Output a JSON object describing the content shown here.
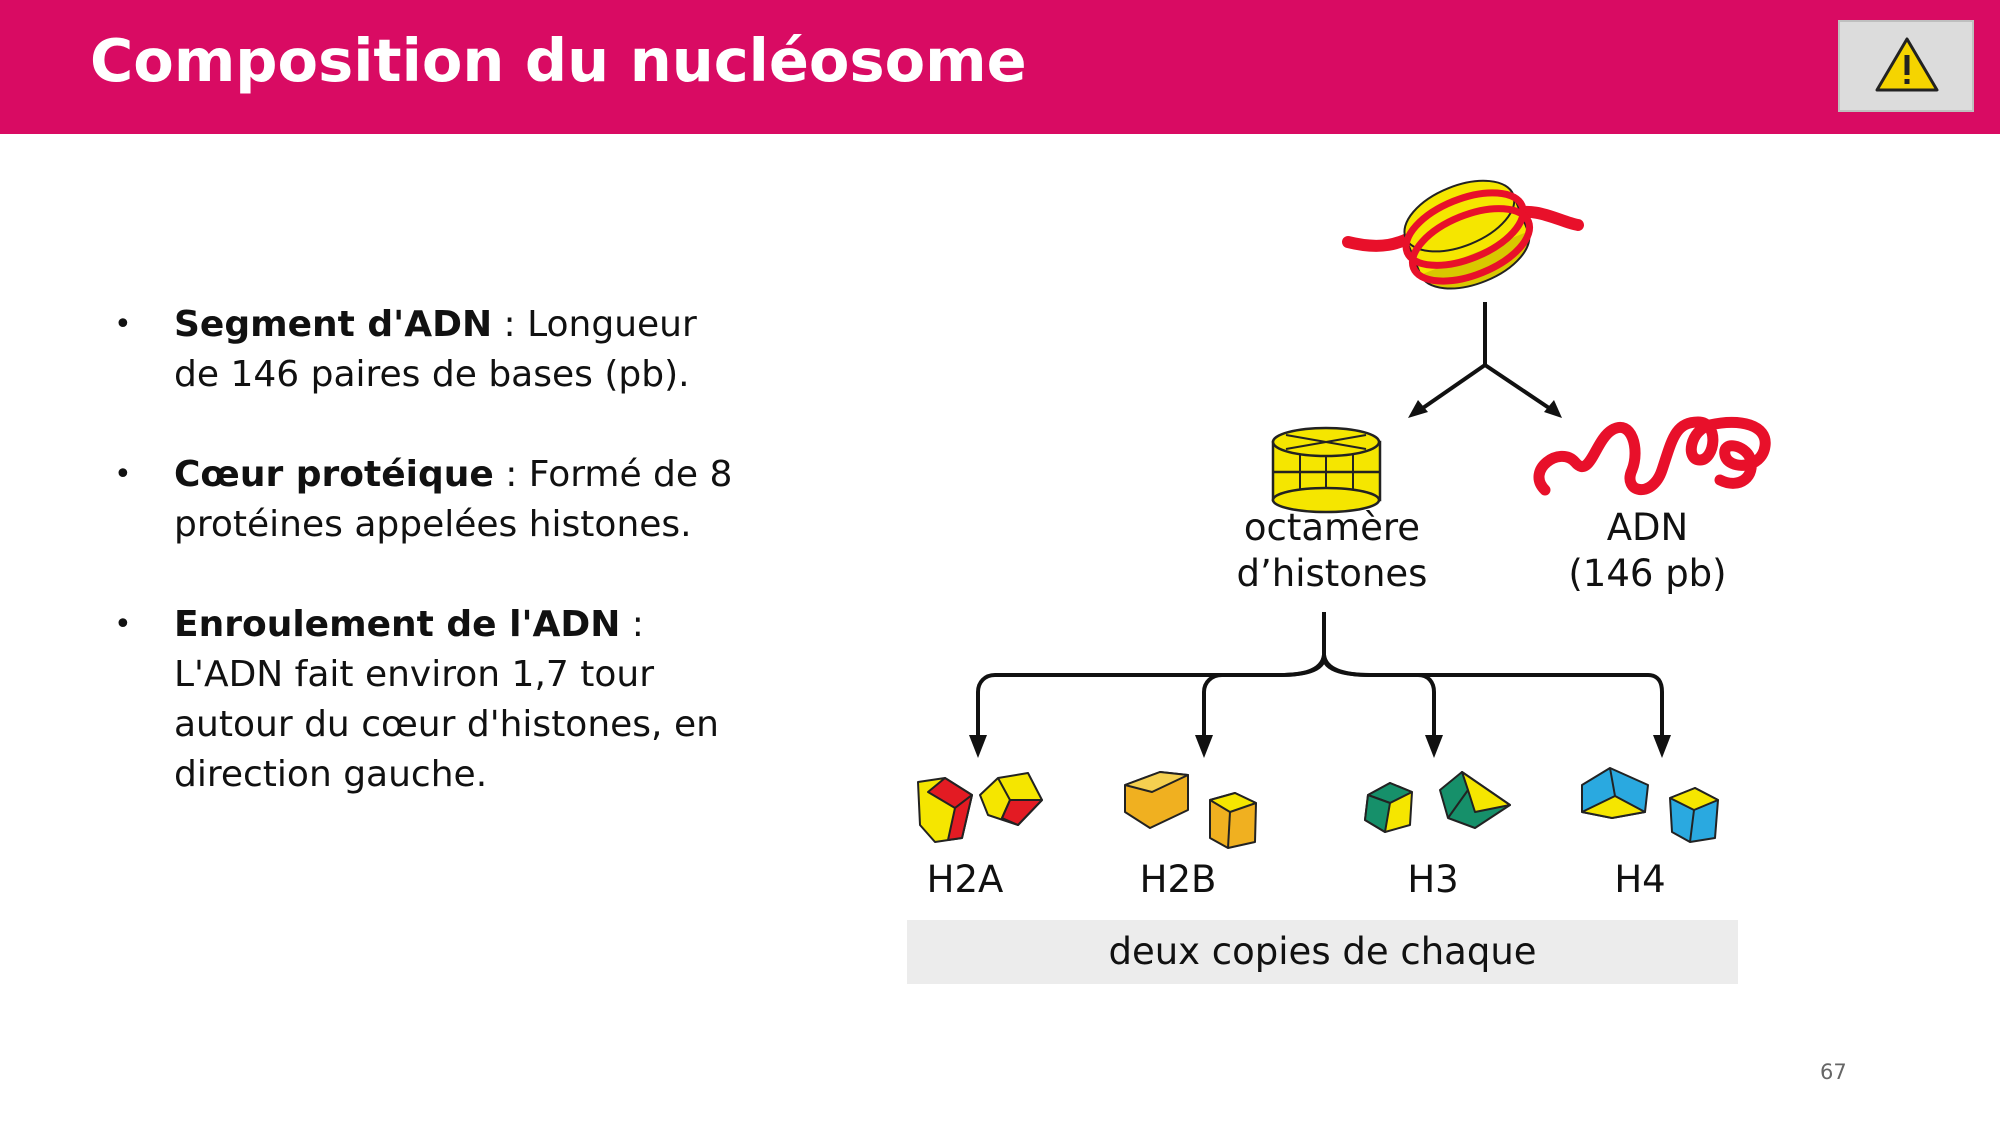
{
  "slide": {
    "title": "Composition du nucléosome",
    "page_number": "67"
  },
  "warning_icon": {
    "name": "warning-icon",
    "color": "#e8c400"
  },
  "header_color": "#d90b63",
  "bullets": [
    {
      "bold": "Segment d'ADN",
      "text": " : Longueur de 146 paires de bases (pb)."
    },
    {
      "bold": "Cœur protéique",
      "text": " : Formé de 8 protéines appelées histones."
    },
    {
      "bold": "Enroulement de l'ADN",
      "text": " : L'ADN fait environ 1,7 tour autour du cœur d'histones, en direction gauche."
    }
  ],
  "diagram": {
    "octamer_label_line1": "octamère",
    "octamer_label_line2": "d’histones",
    "dna_label_line1": "ADN",
    "dna_label_line2": "(146 pb)",
    "histones": [
      "H2A",
      "H2B",
      "H3",
      "H4"
    ],
    "copies_label": "deux copies de chaque",
    "colors": {
      "dna": "#e8102a",
      "octamer": "#f5e600",
      "h2a": "#e31b23",
      "h2b": "#f0b020",
      "h3": "#16906a",
      "h4": "#2aa9e0",
      "yellow": "#f5e600"
    }
  }
}
